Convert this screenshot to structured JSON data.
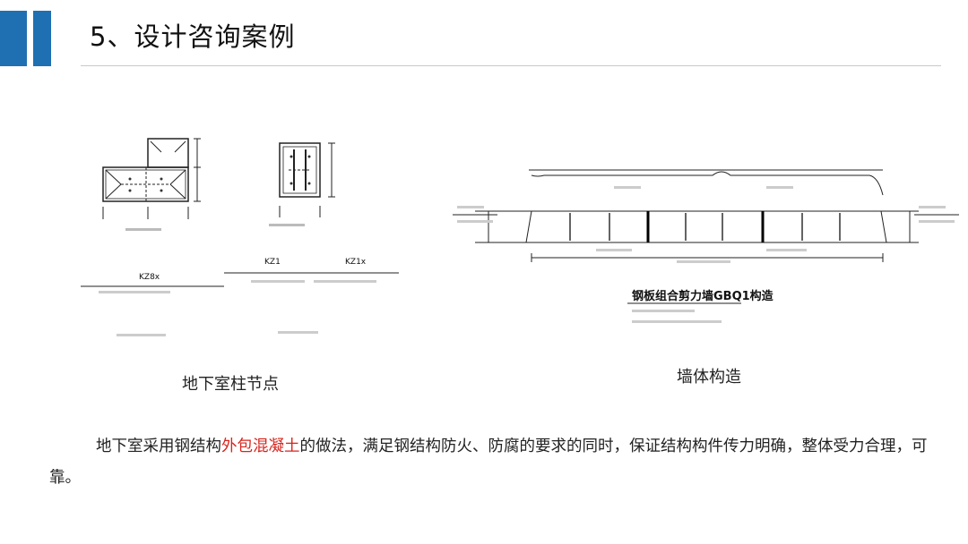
{
  "header": {
    "title": "5、设计咨询案例"
  },
  "figures": {
    "left": {
      "caption": "地下室柱节点",
      "labels": [
        "KZ8x",
        "KZ1",
        "KZ1x"
      ]
    },
    "right": {
      "caption": "墙体构造",
      "title": "钢板组合剪力墙GBQ1构造"
    }
  },
  "body": {
    "text_before": "地下室采用钢结构",
    "highlight": "外包混凝土",
    "text_after": "的做法，满足钢结构防火、防腐的要求的同时，保证结构构件传力明确，整体受力合理，可靠。"
  },
  "colors": {
    "accent": "#1f6fb3",
    "highlight": "#d8241c"
  }
}
